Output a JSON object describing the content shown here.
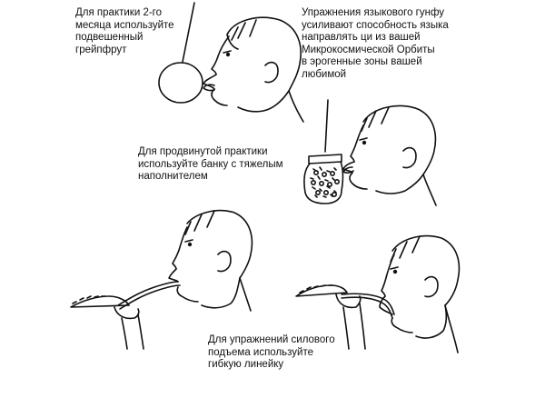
{
  "captions": {
    "grapefruit": {
      "lines": [
        "Для практики 2-го",
        "месяца используйте",
        "подвешенный",
        "грейпфрут"
      ]
    },
    "kungfu": {
      "lines": [
        "Упражнения языкового гунфу",
        "усиливают способность языка",
        "направлять ци из вашей",
        "Микрокосмической Орбиты",
        "в эрогенные зоны вашей",
        "любимой"
      ]
    },
    "jar": {
      "lines": [
        "Для продвинутой практики",
        "используйте банку с тяжелым",
        "наполнителем"
      ]
    },
    "ruler": {
      "lines": [
        "Для упражнений силового",
        "подъема используйте",
        "гибкую линейку"
      ]
    }
  },
  "colors": {
    "ink": "#111111",
    "paper": "#ffffff"
  }
}
